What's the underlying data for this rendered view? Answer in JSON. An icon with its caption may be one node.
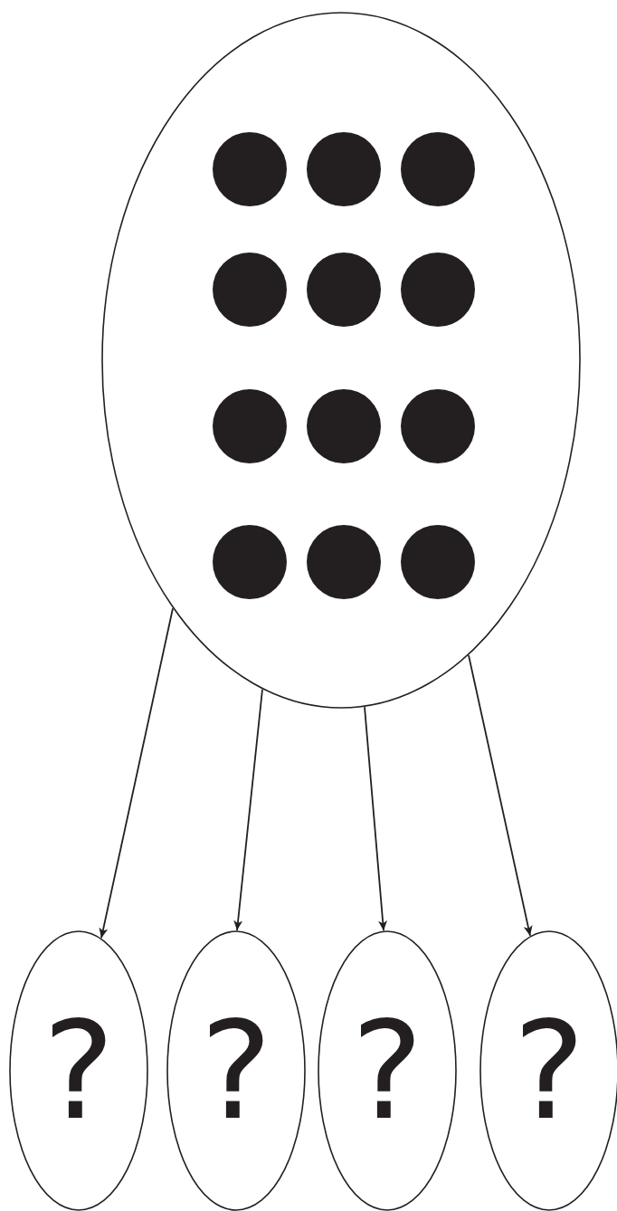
{
  "diagram": {
    "nodes": [
      {
        "text": [],
        "shape": "ellipse"
      },
      {
        "text": [
          "?"
        ]
      },
      {
        "text": [
          "?"
        ]
      },
      {
        "text": [
          "?"
        ]
      },
      {
        "text": [
          "?"
        ]
      }
    ],
    "edges": [
      {
        "from": 0,
        "to": 1,
        "arrow": "to"
      },
      {
        "from": 0,
        "to": 2,
        "arrow": "to"
      },
      {
        "from": 0,
        "to": 3,
        "arrow": "to"
      },
      {
        "from": 0,
        "to": 4,
        "arrow": "to"
      }
    ]
  }
}
